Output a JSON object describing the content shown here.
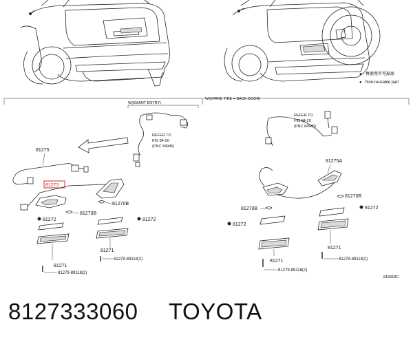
{
  "legend": {
    "item1_symbol": "●",
    "item1_text": "再使用不可部品",
    "item2_symbol": "●",
    "item2_text": "Non-reusable part"
  },
  "sections": {
    "left_header": "W(SMART ENTRY)",
    "right_header": "W(SPARE TIRE = BACK DOOR)"
  },
  "refs": {
    "left": [
      "REFER TO",
      "FIG 84-20",
      "(PNC 84945)"
    ],
    "right": [
      "REFER TO",
      "FIG 84-20",
      "(PNC 84945)"
    ]
  },
  "labels": {
    "left_81275": "81275",
    "left_81273": "81273",
    "left_81270B_a": "81270B",
    "left_81270B_b": "81270B",
    "left_81272_a": "81272",
    "left_81272_b": "81272",
    "left_81271_a": "81271",
    "left_81271_b": "81271",
    "left_screw_a": "81279-89118(2)",
    "left_screw_b": "81279-89118(2)",
    "right_81275A": "81275A",
    "right_81270B_a": "81270B",
    "right_81270B_b": "81270B",
    "right_81272_a": "81272",
    "right_81272_b": "81272",
    "right_81271_a": "81271",
    "right_81271_b": "81271",
    "right_screw_a": "81279-89118(2)",
    "right_screw_b": "81279-89118(2)"
  },
  "diagram_id": "818318C",
  "caption": {
    "part_number": "8127333060",
    "brand": "TOYOTA"
  },
  "colors": {
    "highlight": "#d42a2a",
    "line": "#222222"
  }
}
